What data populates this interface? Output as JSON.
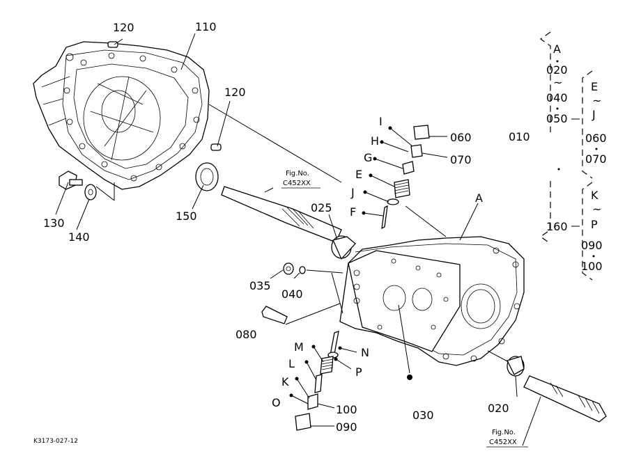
{
  "diagram_code": "K3173-027-12",
  "fig_ref_top": {
    "line1": "Fig.No.",
    "line2": "C452XX"
  },
  "fig_ref_bottom": {
    "line1": "Fig.No.",
    "line2": "C452XX"
  },
  "callouts": {
    "p120a": "120",
    "p110": "110",
    "p120b": "120",
    "p130": "130",
    "p140": "140",
    "p150": "150",
    "p025": "025",
    "p035": "035",
    "p040": "040",
    "p080": "080",
    "p030": "030",
    "p020": "020",
    "A": "A",
    "I": "I",
    "H": "H",
    "G": "G",
    "E": "E",
    "J": "J",
    "F": "F",
    "p060": "060",
    "p070": "070",
    "M": "M",
    "L": "L",
    "K": "K",
    "O": "O",
    "N": "N",
    "P": "P",
    "p100": "100",
    "p090": "090"
  },
  "legend": {
    "assembly": "010",
    "group1": {
      "items": [
        "A",
        "020",
        "~",
        "040",
        "050",
        "160"
      ]
    },
    "group2": {
      "items": [
        "E",
        "~",
        "J",
        "060",
        "070"
      ]
    },
    "group3": {
      "items": [
        "K",
        "~",
        "P",
        "090",
        "100"
      ]
    }
  }
}
